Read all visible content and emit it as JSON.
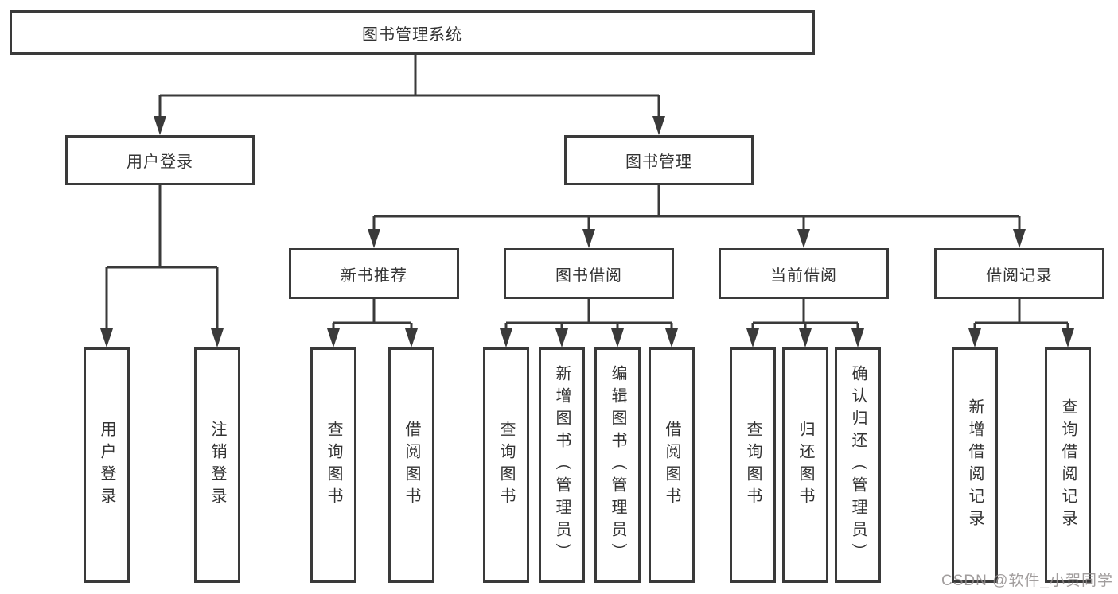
{
  "diagram": {
    "title": "图书管理系统",
    "tree": {
      "root": {
        "label": "图书管理系统"
      },
      "branches": [
        {
          "label": "用户登录",
          "children": [
            {
              "label": "用户登录"
            },
            {
              "label": "注销登录"
            }
          ]
        },
        {
          "label": "图书管理",
          "children": [
            {
              "label": "新书推荐",
              "children": [
                {
                  "label": "查询图书"
                },
                {
                  "label": "借阅图书"
                }
              ]
            },
            {
              "label": "图书借阅",
              "children": [
                {
                  "label": "查询图书"
                },
                {
                  "label": "新增图书（管理员）"
                },
                {
                  "label": "编辑图书（管理员）"
                },
                {
                  "label": "借阅图书"
                }
              ]
            },
            {
              "label": "当前借阅",
              "children": [
                {
                  "label": "查询图书"
                },
                {
                  "label": "归还图书"
                },
                {
                  "label": "确认归还（管理员）"
                }
              ]
            },
            {
              "label": "借阅记录",
              "children": [
                {
                  "label": "新增借阅记录"
                },
                {
                  "label": "查询借阅记录"
                }
              ]
            }
          ]
        }
      ]
    },
    "colors": {
      "border": "#3a3a3a",
      "text": "#333333",
      "background": "#ffffff",
      "watermark": "#918c8c"
    },
    "watermark": {
      "text": "CSDN @软件_小贺同学"
    }
  }
}
